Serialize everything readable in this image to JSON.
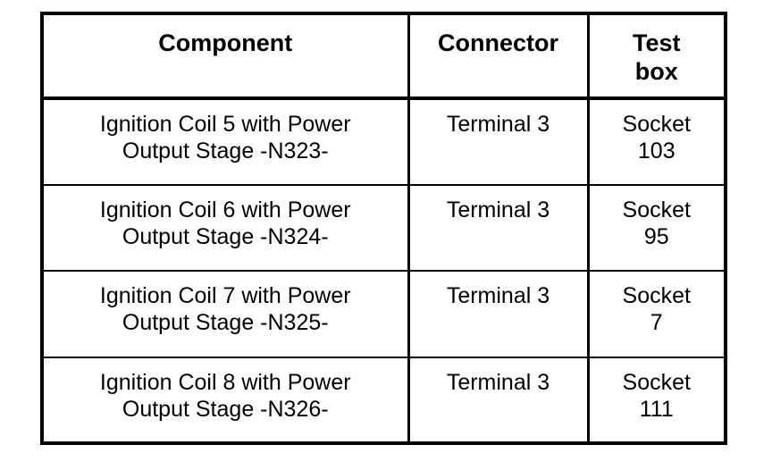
{
  "page": {
    "background_color": "#ffffff",
    "text_color": "#000000",
    "border_color": "#000000"
  },
  "table": {
    "columns": [
      {
        "key": "component",
        "header_lines": [
          "Component"
        ]
      },
      {
        "key": "connector",
        "header_lines": [
          "Connector"
        ]
      },
      {
        "key": "test_box",
        "header_lines": [
          "Test",
          "box"
        ]
      }
    ],
    "headers": {
      "component": "Component",
      "connector": "Connector",
      "test_box_line1": "Test",
      "test_box_line2": "box"
    },
    "rows": [
      {
        "component_line1": "Ignition Coil 5 with Power",
        "component_line2": "Output Stage -N323-",
        "connector": "Terminal 3",
        "test_box_line1": "Socket",
        "test_box_line2": "103"
      },
      {
        "component_line1": "Ignition Coil 6 with Power",
        "component_line2": "Output Stage -N324-",
        "connector": "Terminal 3",
        "test_box_line1": "Socket",
        "test_box_line2": "95"
      },
      {
        "component_line1": "Ignition Coil 7 with Power",
        "component_line2": "Output Stage -N325-",
        "connector": "Terminal 3",
        "test_box_line1": "Socket",
        "test_box_line2": "7"
      },
      {
        "component_line1": "Ignition Coil 8 with Power",
        "component_line2": "Output Stage -N326-",
        "connector": "Terminal 3",
        "test_box_line1": "Socket",
        "test_box_line2": "111"
      }
    ]
  }
}
